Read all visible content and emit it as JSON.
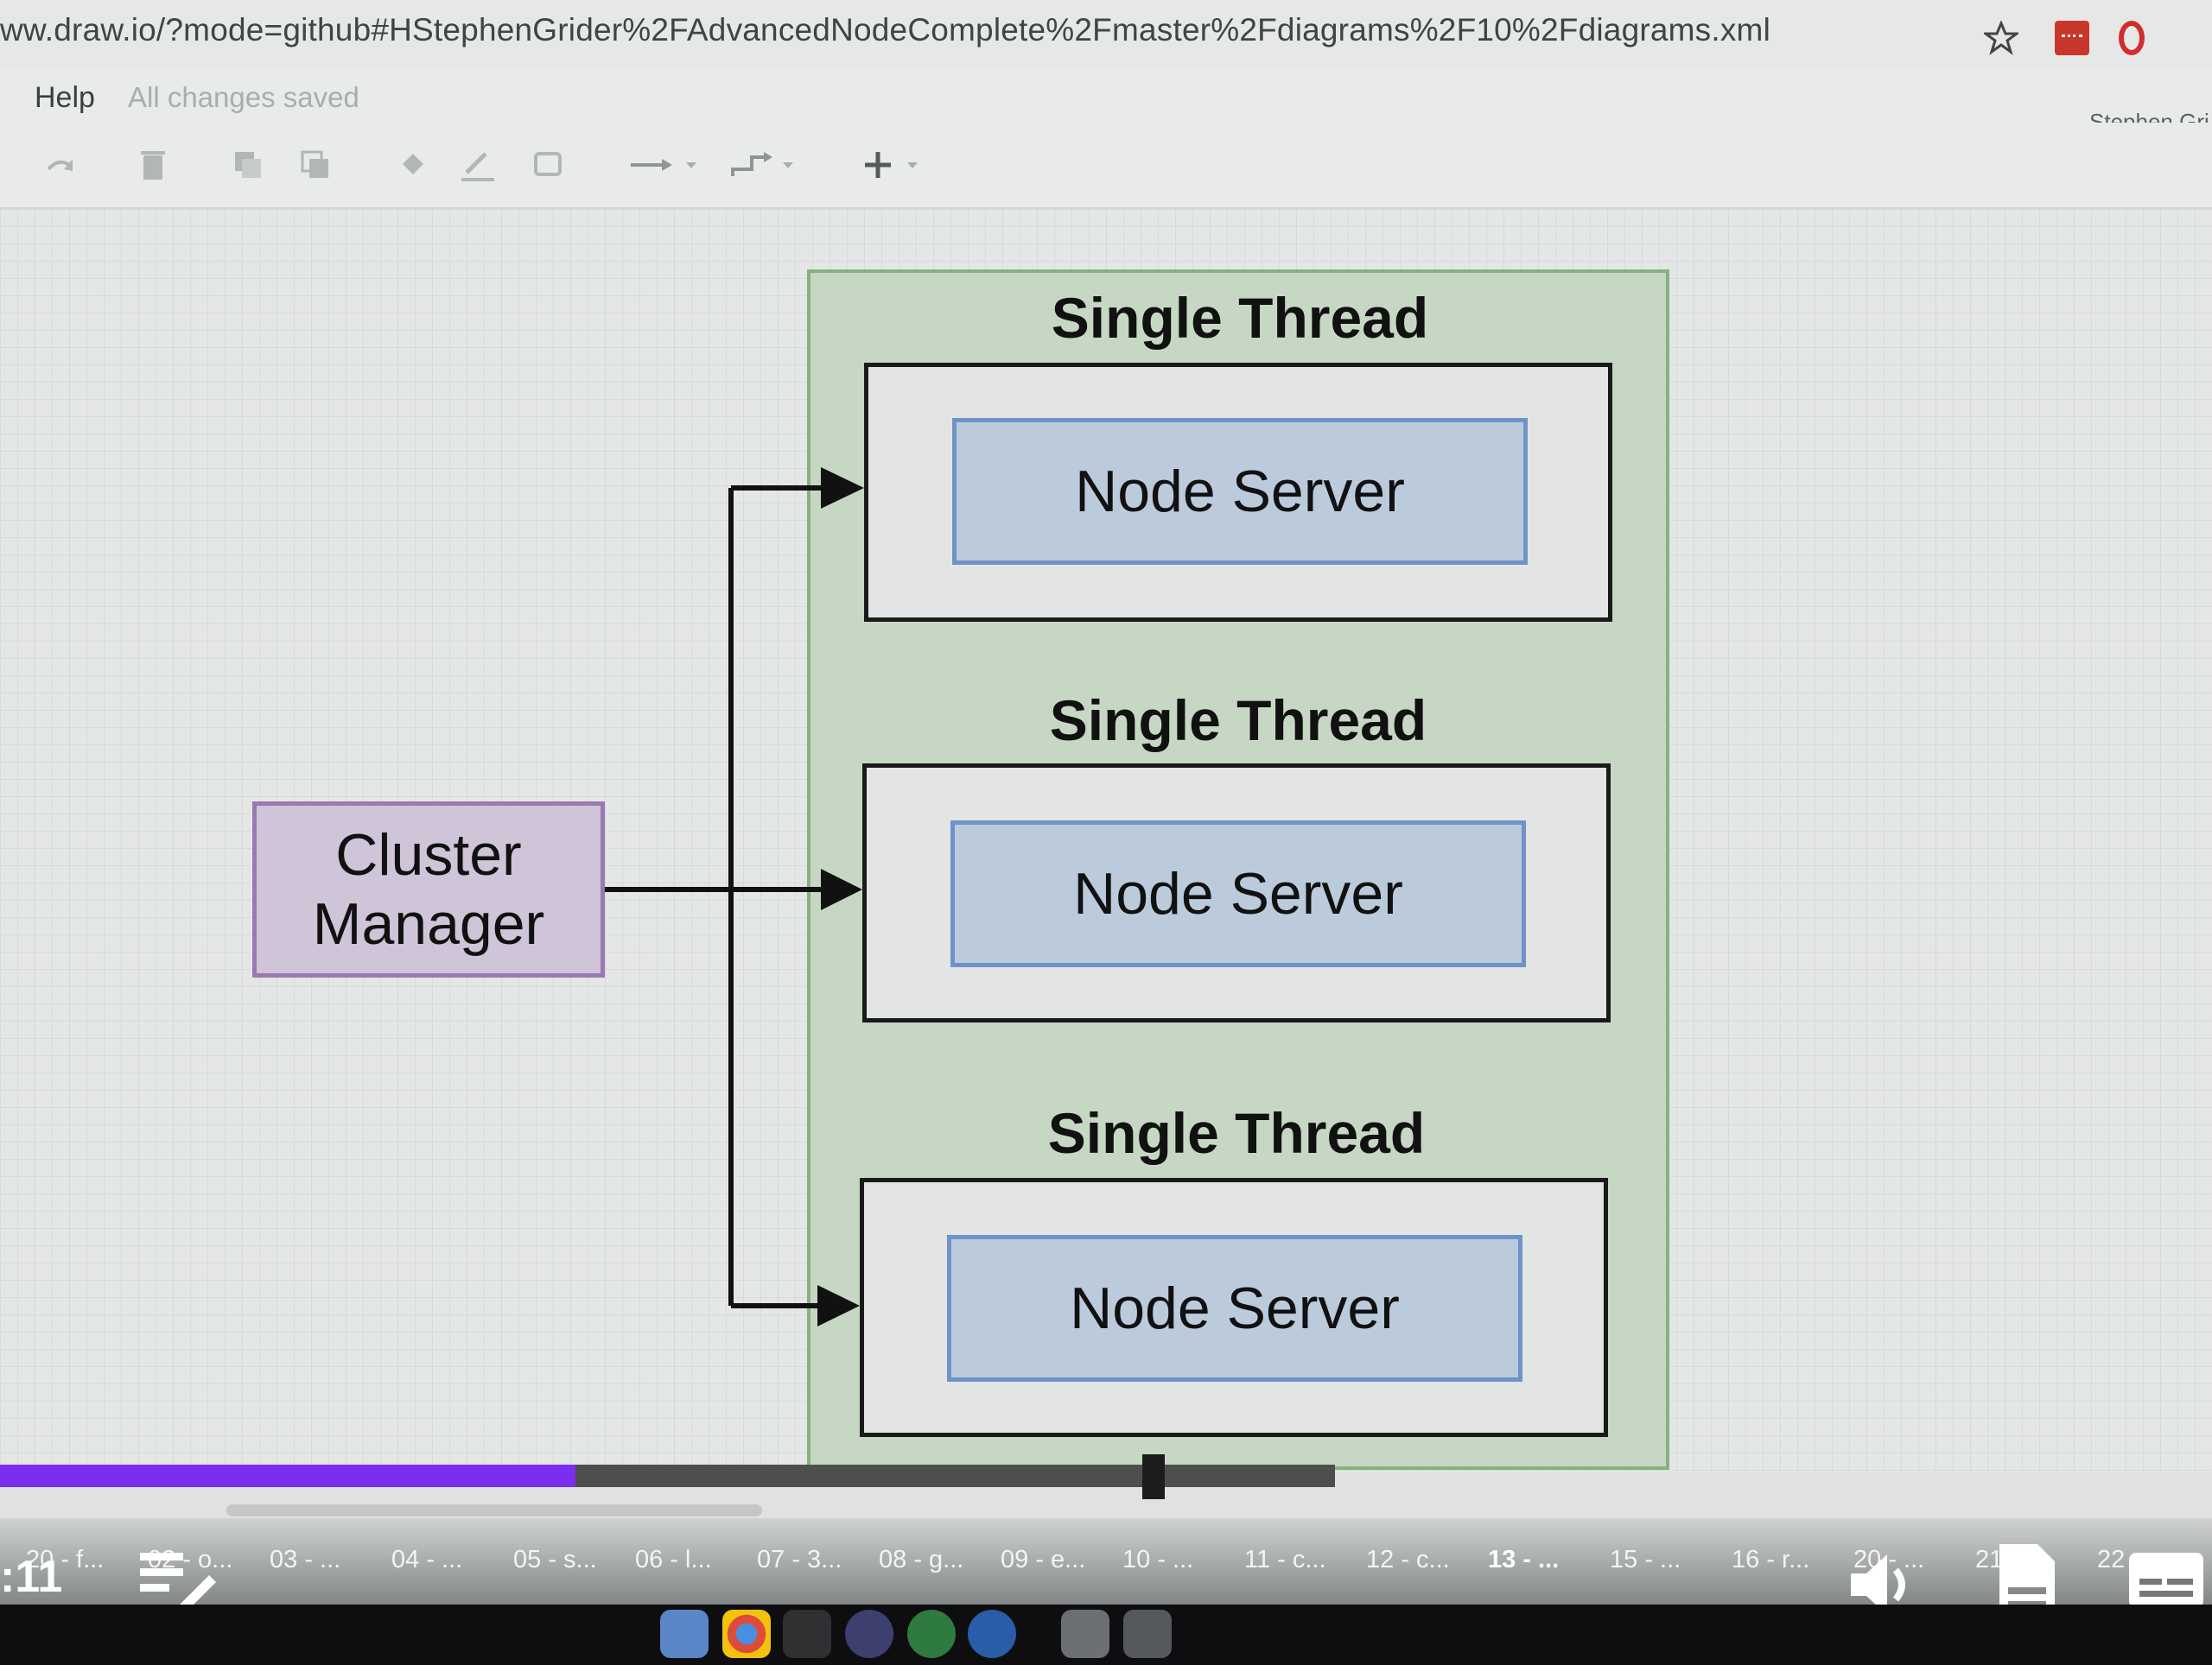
{
  "browser": {
    "url": "ww.draw.io/?mode=github#HStephenGrider%2FAdvancedNodeComplete%2Fmaster%2Fdiagrams%2F10%2Fdiagrams.xml"
  },
  "app": {
    "menu": {
      "help_label": "Help",
      "save_status": "All changes saved"
    },
    "user_name": "Stephen Gri",
    "toolbar_icons": [
      "redo-icon",
      "delete-icon",
      "to-front-icon",
      "to-back-icon",
      "fill-color-icon",
      "line-color-icon",
      "shadow-icon",
      "connection-icon",
      "waypoints-icon",
      "insert-icon"
    ]
  },
  "diagram": {
    "cluster_manager": {
      "line1": "Cluster",
      "line2": "Manager"
    },
    "threads": [
      {
        "title": "Single Thread",
        "server": "Node Server"
      },
      {
        "title": "Single Thread",
        "server": "Node Server"
      },
      {
        "title": "Single Thread",
        "server": "Node Server"
      }
    ],
    "colors": {
      "container_fill": "#c6d8c3",
      "container_border": "#86b27d",
      "server_fill": "#bccbdc",
      "server_border": "#6f93c8",
      "manager_fill": "#cfc4d8",
      "manager_border": "#9a7ab3"
    }
  },
  "player": {
    "time": ":11",
    "progress_fraction": 0.26,
    "progress_color": "#7b2ef0",
    "chapters": [
      "20 - f...",
      "02 - o...",
      "03 - ...",
      "04 - ...",
      "05 - s...",
      "06 - l...",
      "07 - 3...",
      "08 - g...",
      "09 - e...",
      "10 - ...",
      "11 - c...",
      "12 - c...",
      "13 - ...",
      "15 - ...",
      "16 - r...",
      "20 - ...",
      "21 - ...",
      "22 - ..."
    ],
    "current_chapter_index": 12
  }
}
